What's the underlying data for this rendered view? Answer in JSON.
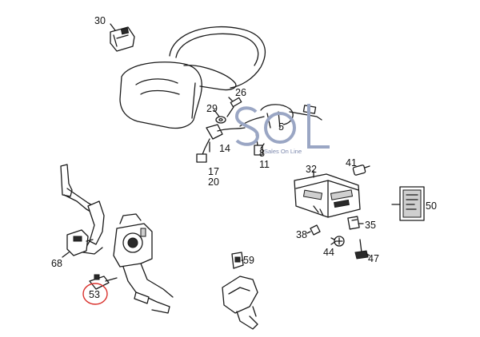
{
  "logo": {
    "letters": "SOL",
    "tagline": "Sales On Line",
    "color": "#8e9abb"
  },
  "callouts": [
    {
      "id": "30",
      "label": "30"
    },
    {
      "id": "26",
      "label": "26"
    },
    {
      "id": "29",
      "label": "29"
    },
    {
      "id": "5",
      "label": "5"
    },
    {
      "id": "14",
      "label": "14"
    },
    {
      "id": "8",
      "label": "8"
    },
    {
      "id": "11",
      "label": "11"
    },
    {
      "id": "17",
      "label": "17"
    },
    {
      "id": "20",
      "label": "20"
    },
    {
      "id": "32",
      "label": "32"
    },
    {
      "id": "41",
      "label": "41"
    },
    {
      "id": "50",
      "label": "50"
    },
    {
      "id": "35",
      "label": "35"
    },
    {
      "id": "38",
      "label": "38"
    },
    {
      "id": "44",
      "label": "44"
    },
    {
      "id": "47",
      "label": "47"
    },
    {
      "id": "68",
      "label": "68"
    },
    {
      "id": "59",
      "label": "59"
    },
    {
      "id": "53",
      "label": "53",
      "highlighted": true
    }
  ],
  "highlight_color": "#d9302b"
}
